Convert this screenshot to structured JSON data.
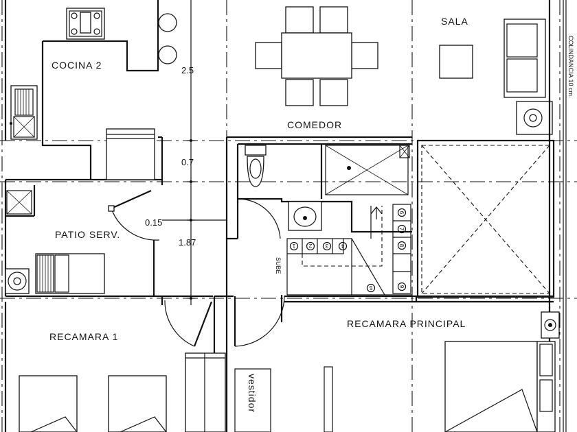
{
  "rooms": {
    "cocina": "COCINA 2",
    "comedor": "COMEDOR",
    "sala": "SALA",
    "patio": "PATIO SERV.",
    "recamara1": "RECAMARA 1",
    "recamara_principal": "RECAMARA PRINCIPAL",
    "vestidor": "vestidor"
  },
  "dimensions": {
    "d1": "2.5",
    "d2": "0.7",
    "d3": "0.15",
    "d4": "1.87"
  },
  "labels": {
    "sube": "SUBE",
    "colindancia": "COLINDANCIA 10 cm."
  },
  "stair_steps": [
    "1",
    "2",
    "3",
    "4",
    "5",
    "6",
    "7",
    "8",
    "9"
  ]
}
